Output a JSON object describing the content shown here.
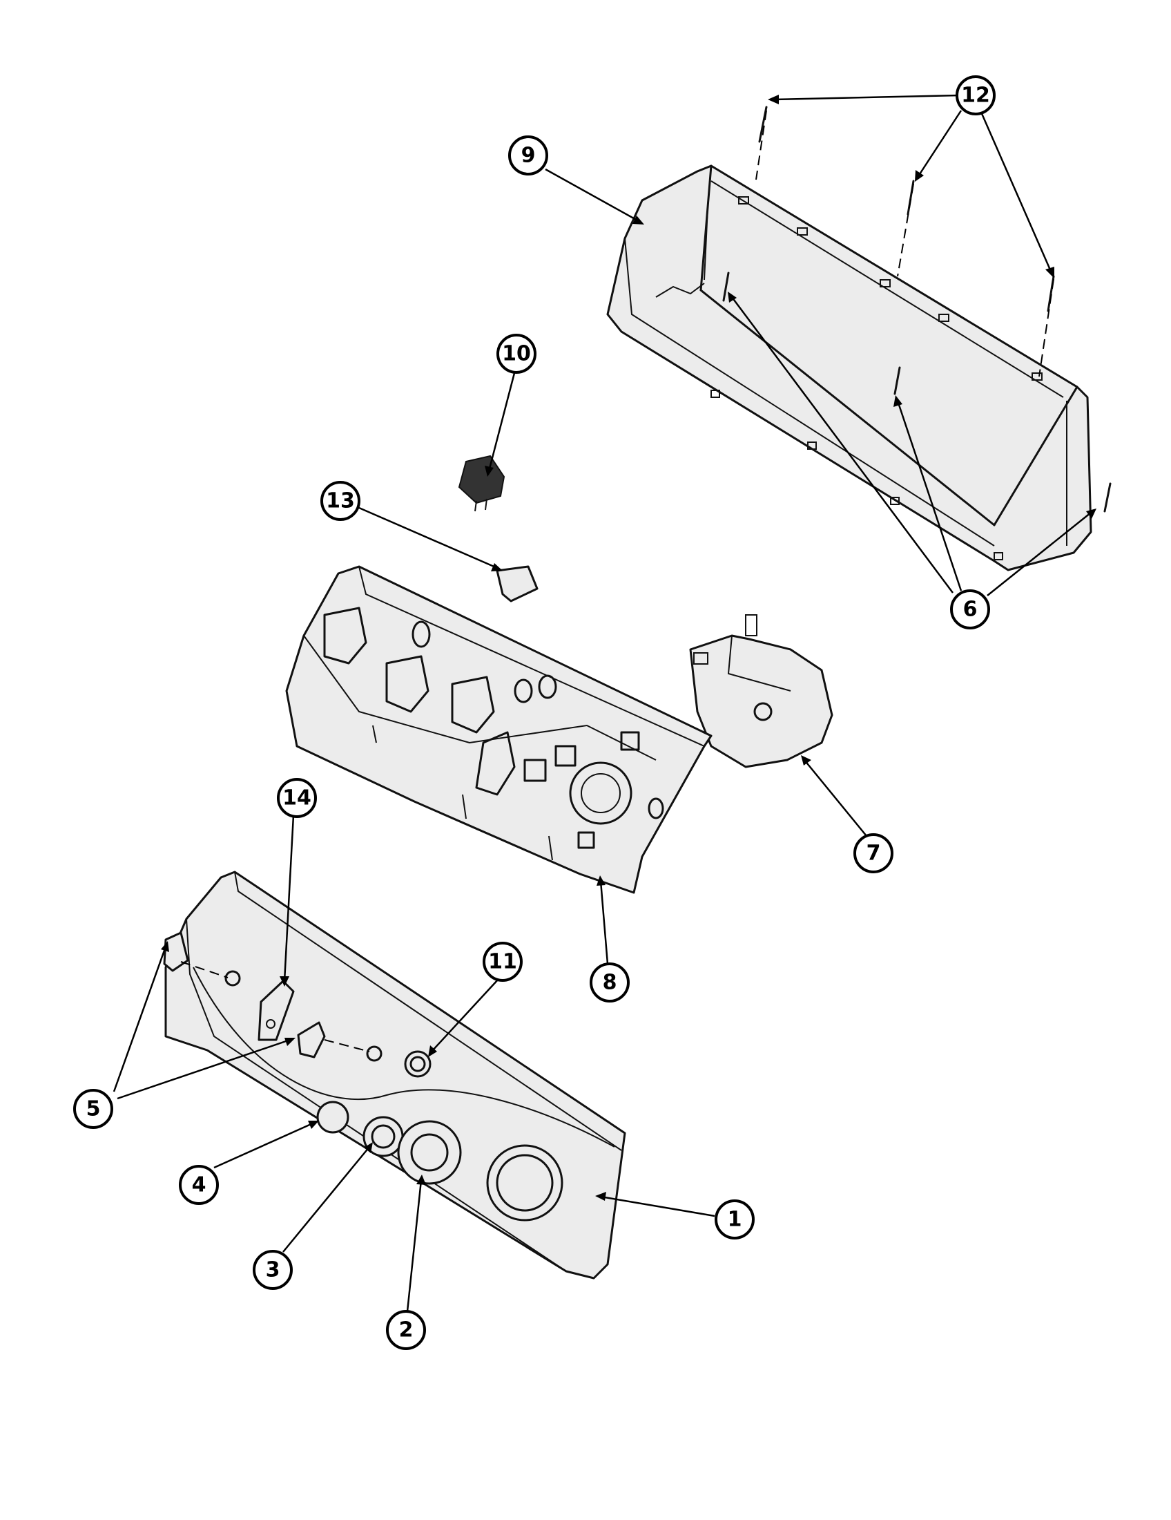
{
  "callouts": [
    {
      "id": "c1",
      "label": "1",
      "part": "control-panel-front"
    },
    {
      "id": "c2",
      "label": "2",
      "part": "timer-knob"
    },
    {
      "id": "c3",
      "label": "3",
      "part": "selector-knob"
    },
    {
      "id": "c4",
      "label": "4",
      "part": "push-button"
    },
    {
      "id": "c5",
      "label": "5",
      "part": "slide-knob"
    },
    {
      "id": "c6",
      "label": "6",
      "part": "screw"
    },
    {
      "id": "c7",
      "label": "7",
      "part": "timer"
    },
    {
      "id": "c8",
      "label": "8",
      "part": "control-panel-inner"
    },
    {
      "id": "c9",
      "label": "9",
      "part": "rear-console"
    },
    {
      "id": "c10",
      "label": "10",
      "part": "switch"
    },
    {
      "id": "c11",
      "label": "11",
      "part": "ring"
    },
    {
      "id": "c12",
      "label": "12",
      "part": "screw-rear"
    },
    {
      "id": "c13",
      "label": "13",
      "part": "clip"
    },
    {
      "id": "c14",
      "label": "14",
      "part": "lens"
    }
  ]
}
